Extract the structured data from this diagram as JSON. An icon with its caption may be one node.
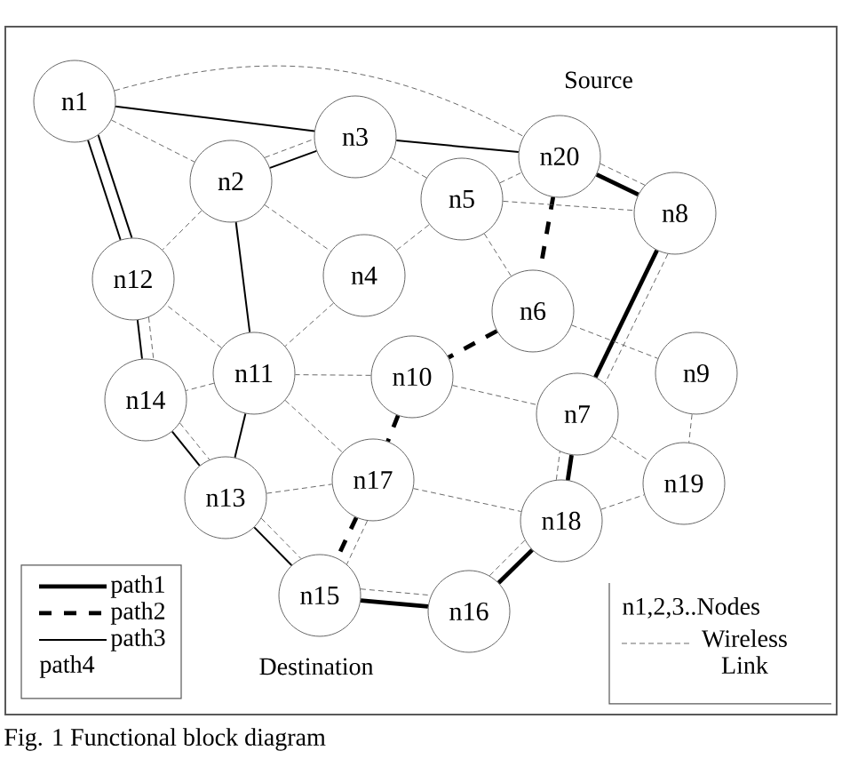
{
  "diagram": {
    "caption": "Fig. 1 Functional block diagram",
    "nodes": [
      {
        "text": [
          "n1"
        ]
      },
      {
        "text": [
          "n2"
        ]
      },
      {
        "text": [
          "n3"
        ]
      },
      {
        "text": [
          "n4"
        ]
      },
      {
        "text": [
          "n5"
        ]
      },
      {
        "text": [
          "n6"
        ]
      },
      {
        "text": [
          "n7"
        ]
      },
      {
        "text": [
          "n8"
        ]
      },
      {
        "text": [
          "n9"
        ]
      },
      {
        "text": [
          "n10"
        ]
      },
      {
        "text": [
          "n11"
        ]
      },
      {
        "text": [
          "n12"
        ]
      },
      {
        "text": [
          "n13"
        ]
      },
      {
        "text": [
          "n14"
        ]
      },
      {
        "text": [
          "n15"
        ],
        "beside": [
          "Destination"
        ]
      },
      {
        "text": [
          "n16"
        ]
      },
      {
        "text": [
          "n17"
        ]
      },
      {
        "text": [
          "n18"
        ]
      },
      {
        "text": [
          "n19"
        ]
      },
      {
        "text": [
          "n20"
        ],
        "beside": [
          "Source"
        ]
      }
    ],
    "edges": [
      {
        "from": 19,
        "to": 7,
        "arrow": "none",
        "style": "thick",
        "color": "#000000"
      },
      {
        "from": 7,
        "to": 6,
        "arrow": "none",
        "style": "thick",
        "color": "#000000"
      },
      {
        "from": 6,
        "to": 17,
        "arrow": "none",
        "style": "thick",
        "color": "#000000"
      },
      {
        "from": 17,
        "to": 15,
        "arrow": "none",
        "style": "thick",
        "color": "#000000"
      },
      {
        "from": 15,
        "to": 14,
        "arrow": "none",
        "style": "thick",
        "color": "#000000"
      },
      {
        "from": 19,
        "to": 5,
        "arrow": "none",
        "style": "dashed",
        "color": "#000000"
      },
      {
        "from": 5,
        "to": 9,
        "arrow": "none",
        "style": "dashed",
        "color": "#000000"
      },
      {
        "from": 9,
        "to": 16,
        "arrow": "none",
        "style": "dashed",
        "color": "#000000"
      },
      {
        "from": 16,
        "to": 14,
        "arrow": "none",
        "style": "dashed",
        "color": "#000000"
      },
      {
        "from": 0,
        "to": 2,
        "arrow": "none",
        "color": "#000000"
      },
      {
        "from": 2,
        "to": 19,
        "arrow": "none",
        "color": "#000000"
      },
      {
        "from": 2,
        "to": 1,
        "arrow": "none",
        "color": "#000000"
      },
      {
        "from": 1,
        "to": 10,
        "arrow": "none",
        "color": "#000000"
      },
      {
        "from": 10,
        "to": 12,
        "arrow": "none",
        "color": "#000000"
      },
      {
        "from": 0,
        "to": 11,
        "arrow": "none",
        "color": "#000000"
      },
      {
        "from": 0,
        "to": 11,
        "arrow": "none",
        "color": "#000000"
      },
      {
        "from": 11,
        "to": 13,
        "arrow": "none",
        "color": "#000000"
      },
      {
        "from": 13,
        "to": 12,
        "arrow": "none",
        "color": "#000000"
      },
      {
        "from": 12,
        "to": 14,
        "arrow": "none",
        "color": "#000000"
      },
      {
        "from": 0,
        "to": 19,
        "arrow": "none",
        "style": "dashed"
      },
      {
        "from": 0,
        "to": 1,
        "arrow": "none",
        "style": "dashed"
      },
      {
        "from": 1,
        "to": 2,
        "arrow": "none",
        "style": "dashed"
      },
      {
        "from": 1,
        "to": 11,
        "arrow": "none",
        "style": "dashed"
      },
      {
        "from": 1,
        "to": 3,
        "arrow": "none",
        "style": "dashed"
      },
      {
        "from": 2,
        "to": 4,
        "arrow": "none",
        "style": "dashed"
      },
      {
        "from": 3,
        "to": 4,
        "arrow": "none",
        "style": "dashed"
      },
      {
        "from": 3,
        "to": 10,
        "arrow": "none",
        "style": "dashed"
      },
      {
        "from": 4,
        "to": 19,
        "arrow": "none",
        "style": "dashed"
      },
      {
        "from": 4,
        "to": 5,
        "arrow": "none",
        "style": "dashed"
      },
      {
        "from": 4,
        "to": 7,
        "arrow": "none",
        "style": "dashed"
      },
      {
        "from": 19,
        "to": 7,
        "arrow": "none",
        "style": "dashed"
      },
      {
        "from": 5,
        "to": 8,
        "arrow": "none",
        "style": "dashed"
      },
      {
        "from": 7,
        "to": 6,
        "arrow": "none",
        "style": "dashed"
      },
      {
        "from": 9,
        "to": 10,
        "arrow": "none",
        "style": "dashed"
      },
      {
        "from": 9,
        "to": 6,
        "arrow": "none",
        "style": "dashed"
      },
      {
        "from": 10,
        "to": 11,
        "arrow": "none",
        "style": "dashed"
      },
      {
        "from": 10,
        "to": 13,
        "arrow": "none",
        "style": "dashed"
      },
      {
        "from": 10,
        "to": 16,
        "arrow": "none",
        "style": "dashed"
      },
      {
        "from": 11,
        "to": 13,
        "arrow": "none",
        "style": "dashed"
      },
      {
        "from": 13,
        "to": 12,
        "arrow": "none",
        "style": "dashed"
      },
      {
        "from": 12,
        "to": 16,
        "arrow": "none",
        "style": "dashed"
      },
      {
        "from": 12,
        "to": 14,
        "arrow": "none",
        "style": "dashed"
      },
      {
        "from": 16,
        "to": 14,
        "arrow": "none",
        "style": "dashed"
      },
      {
        "from": 16,
        "to": 17,
        "arrow": "none",
        "style": "dashed"
      },
      {
        "from": 14,
        "to": 15,
        "arrow": "none",
        "style": "dashed"
      },
      {
        "from": 15,
        "to": 17,
        "arrow": "none",
        "style": "dashed"
      },
      {
        "from": 17,
        "to": 6,
        "arrow": "none",
        "style": "dashed"
      },
      {
        "from": 6,
        "to": 18,
        "arrow": "none",
        "style": "dashed"
      },
      {
        "from": 8,
        "to": 18,
        "arrow": "none",
        "style": "dashed"
      },
      {
        "from": 17,
        "to": 18,
        "arrow": "none",
        "style": "dashed"
      }
    ],
    "legend": [
      {
        "text": "path1"
      },
      {
        "text": "path2"
      },
      {
        "text": "path3"
      },
      {
        "text": "path4"
      },
      {
        "text": "n1,2,3..Nodes"
      },
      {
        "text": "Wireless Link"
      }
    ]
  }
}
